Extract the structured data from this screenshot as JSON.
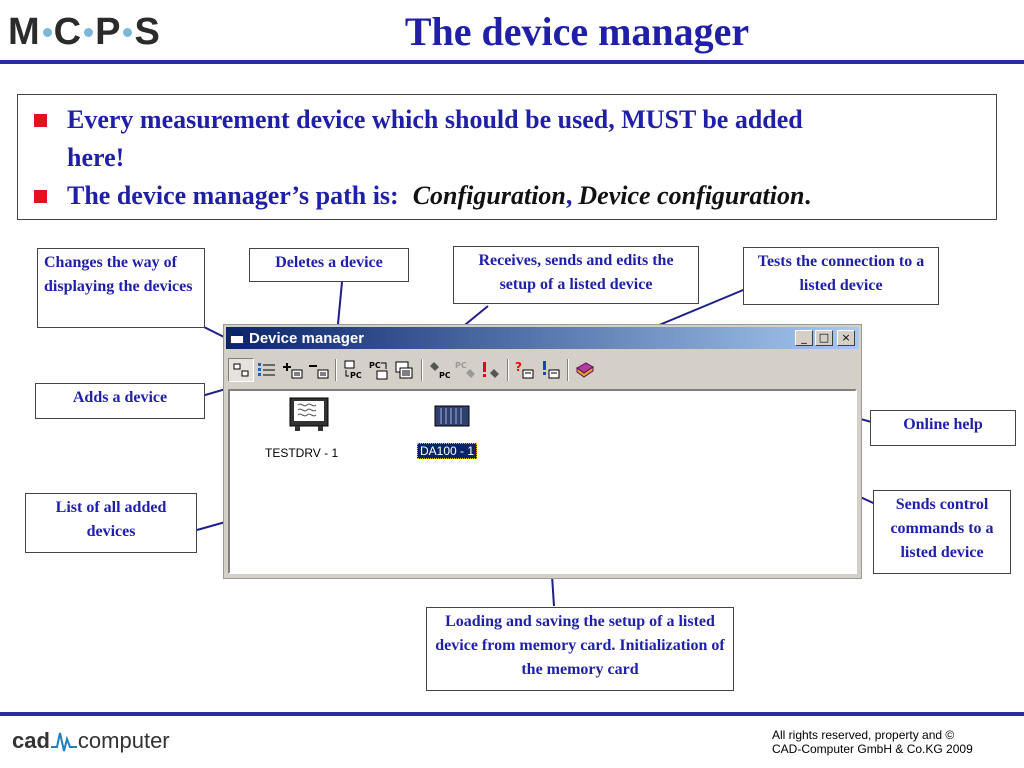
{
  "header": {
    "logo_text": "M·C·P·S",
    "title": "The device manager"
  },
  "bullets": {
    "line1": "Every measurement device which should be used, MUST be added",
    "line1b": "here!",
    "line2_prefix": "The device manager’s path is:",
    "line2_path1": "Configuration",
    "line2_sep": ",",
    "line2_path2": "Device configuration",
    "line2_end": "."
  },
  "callouts": {
    "view": "Changes the way of displaying the devices",
    "delete": "Deletes a device",
    "setup": "Receives, sends and edits the setup of a listed device",
    "test": "Tests the connection to a listed device",
    "add": "Adds a device",
    "help": "Online help",
    "list": "List of all added devices",
    "commands": "Sends control commands to a listed device",
    "memory": "Loading and saving the setup of a listed device from memory card. Initialization of the memory card"
  },
  "window": {
    "title": "Device manager",
    "buttons": {
      "minimize": "_",
      "maximize": "□",
      "close": "×"
    },
    "toolbar": [
      "view",
      "list-view",
      "add",
      "delete",
      "receive",
      "send",
      "edit",
      "pc-to-device",
      "device-to-pc",
      "memory-card",
      "test",
      "commands",
      "help"
    ],
    "devices": [
      {
        "label": "TESTDRV - 1",
        "selected": false
      },
      {
        "label": "DA100 - 1",
        "selected": true
      }
    ]
  },
  "footer": {
    "company_a": "cad",
    "company_b": "computer",
    "copyright_1": "All rights reserved, property and ©",
    "copyright_2": "CAD-Computer GmbH & Co.KG 2009"
  },
  "colors": {
    "accent": "#1f1fa8",
    "bullet": "#e3121f",
    "rule": "#2b2ba6"
  }
}
